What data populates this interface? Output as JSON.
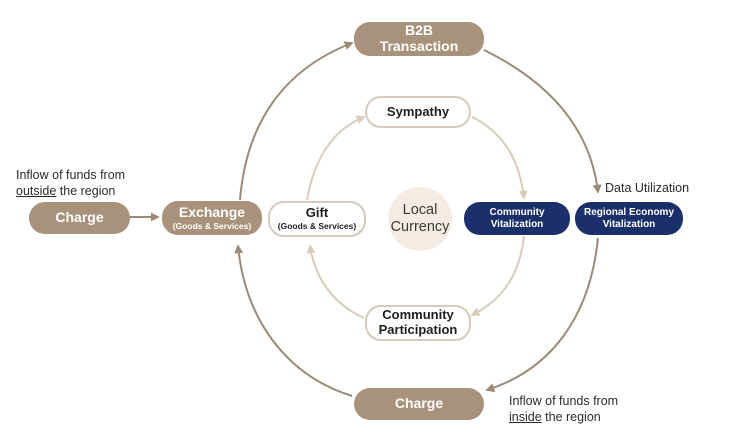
{
  "diagram": {
    "center": {
      "line1": "Local",
      "line2": "Currency"
    },
    "nodes": {
      "b2b": {
        "line1": "B2B",
        "line2": "Transaction"
      },
      "sympathy": {
        "label": "Sympathy"
      },
      "charge_left": {
        "label": "Charge"
      },
      "exchange": {
        "label": "Exchange",
        "sub": "(Goods & Services)"
      },
      "gift": {
        "label": "Gift",
        "sub": "(Goods & Services)"
      },
      "community_vitalization": {
        "line1": "Community",
        "line2": "Vitalization"
      },
      "regional_economy": {
        "line1": "Regional Economy",
        "line2": "Vitalization"
      },
      "community_participation": {
        "line1": "Community",
        "line2": "Participation"
      },
      "charge_bottom": {
        "label": "Charge"
      }
    },
    "annotations": {
      "outside": {
        "line1": "Inflow of funds from",
        "emph": "outside",
        "rest": " the region"
      },
      "inside": {
        "line1": "Inflow of funds from",
        "emph": "inside",
        "rest": " the region"
      },
      "data_utilization": "Data Utilization"
    },
    "colors": {
      "brown": "#a8927b",
      "outer_arrow": "#9c8a76",
      "inner_arrow": "#d9cbb6",
      "navy": "#1b2f6b",
      "center_fill": "#f4ece2"
    }
  }
}
